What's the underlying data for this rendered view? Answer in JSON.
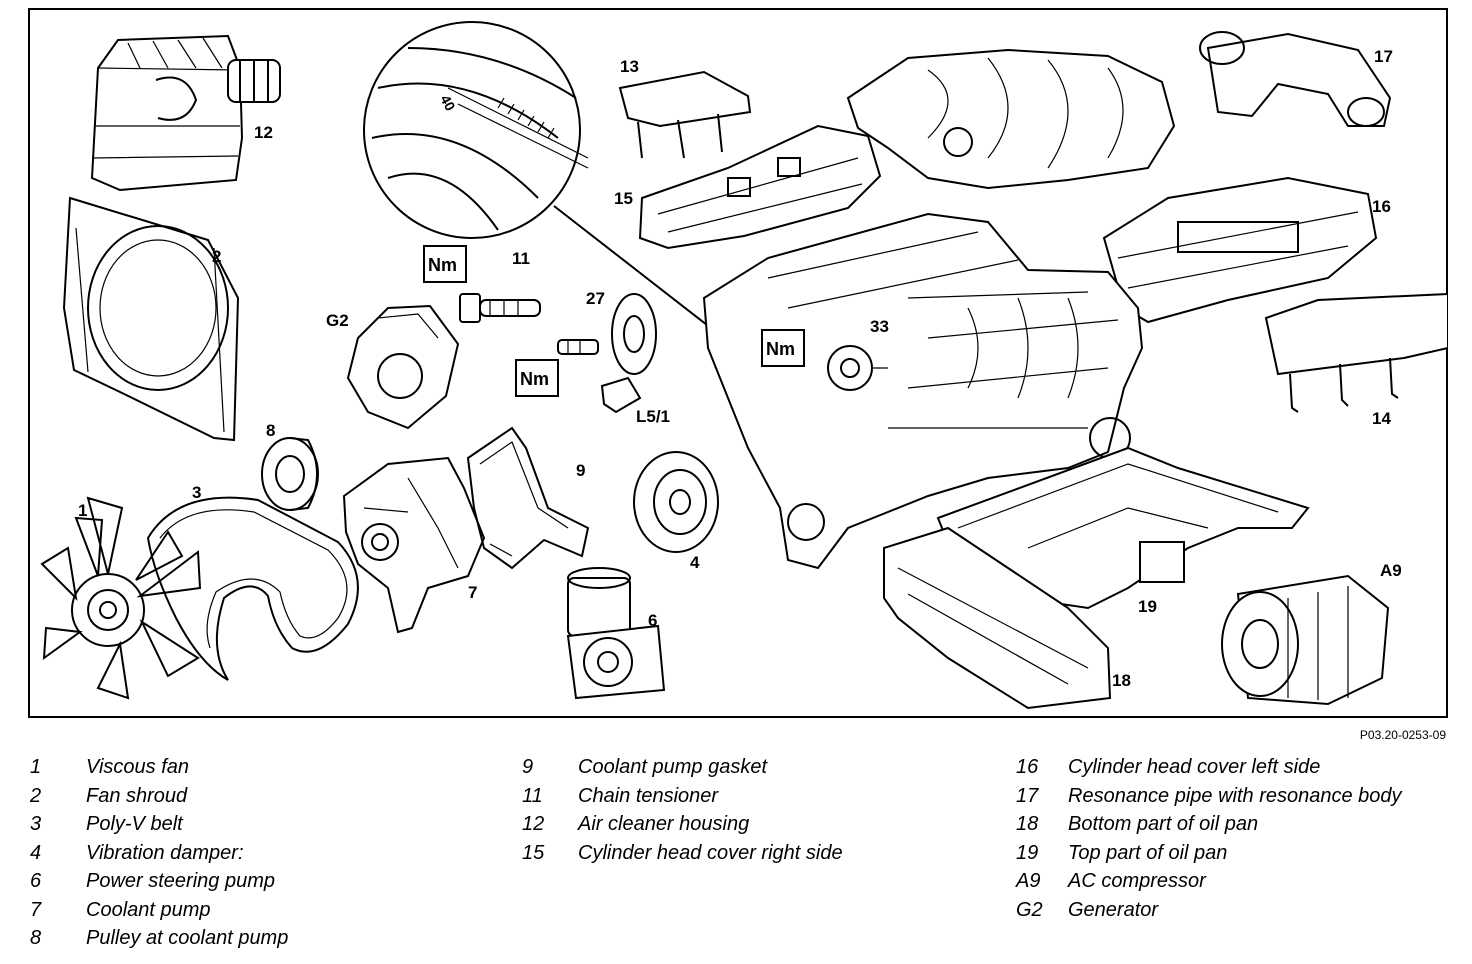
{
  "diagram": {
    "reference_code": "P03.20-0253-09",
    "torque_symbol": "Nm",
    "scale_mark": "40",
    "callouts": {
      "c1": "1",
      "c2": "2",
      "c3": "3",
      "c4": "4",
      "c6": "6",
      "c7": "7",
      "c8": "8",
      "c9": "9",
      "c11": "11",
      "c12": "12",
      "c13": "13",
      "c14": "14",
      "c15": "15",
      "c16": "16",
      "c17": "17",
      "c18": "18",
      "c19": "19",
      "c27": "27",
      "c33": "33",
      "cA9": "A9",
      "cG2": "G2",
      "cL5": "L5/1"
    }
  },
  "legend": {
    "col1": [
      {
        "key": "1",
        "label": "Viscous fan"
      },
      {
        "key": "2",
        "label": "Fan shroud"
      },
      {
        "key": "3",
        "label": "Poly-V belt"
      },
      {
        "key": "4",
        "label": "Vibration damper:"
      },
      {
        "key": "6",
        "label": "Power steering pump"
      },
      {
        "key": "7",
        "label": "Coolant pump"
      },
      {
        "key": "8",
        "label": "Pulley at coolant pump"
      }
    ],
    "col2": [
      {
        "key": "9",
        "label": "Coolant pump gasket"
      },
      {
        "key": "11",
        "label": "Chain tensioner"
      },
      {
        "key": "12",
        "label": "Air cleaner housing"
      },
      {
        "key": "15",
        "label": "Cylinder head cover right side"
      }
    ],
    "col3": [
      {
        "key": "16",
        "label": "Cylinder head cover left side"
      },
      {
        "key": "17",
        "label": "Resonance pipe with resonance body"
      },
      {
        "key": "18",
        "label": "Bottom part of oil pan"
      },
      {
        "key": "19",
        "label": "Top part of oil pan"
      },
      {
        "key": "A9",
        "label": "AC compressor"
      },
      {
        "key": "G2",
        "label": "Generator"
      }
    ]
  }
}
